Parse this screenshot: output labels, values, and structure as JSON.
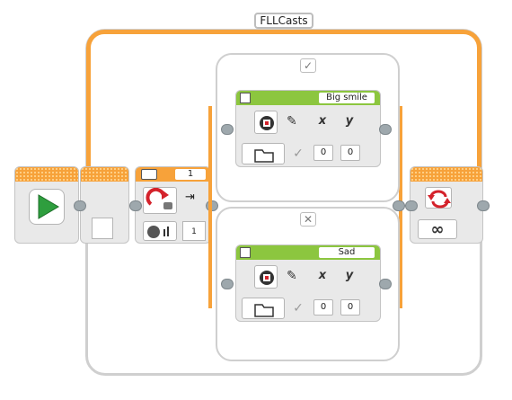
{
  "loop": {
    "label": "FLLCasts",
    "end_icon": "infinity-icon",
    "end_symbol": "∞"
  },
  "start_block": {
    "icon": "play-icon"
  },
  "motor_block": {
    "port": "1",
    "output_value": "1",
    "icon": "medium-motor-icon"
  },
  "switch": {
    "true_tab": "✓",
    "false_tab": "✕",
    "cases": [
      {
        "file_name": "Big smile",
        "x_value": "0",
        "y_value": "0",
        "x_label": "x",
        "y_label": "y"
      },
      {
        "file_name": "Sad",
        "x_value": "0",
        "y_value": "0",
        "x_label": "x",
        "y_label": "y"
      }
    ]
  },
  "colors": {
    "flow": "#f7a23a",
    "display": "#8cc63f",
    "block_bg": "#e9e9e9",
    "start": "#2e9e3e"
  }
}
